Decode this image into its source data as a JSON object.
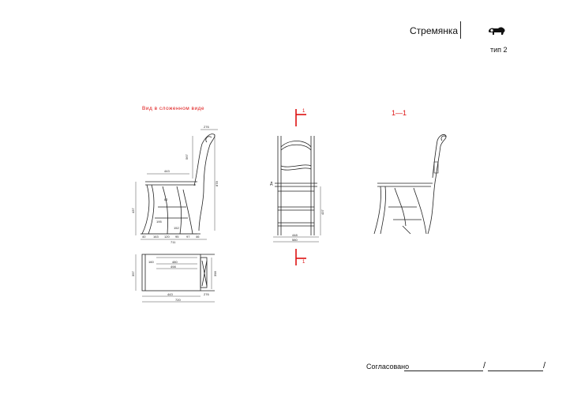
{
  "header": {
    "title": "Стремянка",
    "subtitle": "тип 2",
    "logo_icon": "animal-logo-icon"
  },
  "views": {
    "folded_label": "Вид в сложенном виде",
    "section_label": "1—1",
    "section_marker": "1"
  },
  "dimensions": {
    "side": {
      "top_width": "276",
      "back_height": "567",
      "seat_width": "443",
      "total_height": "878",
      "leg_height": "437",
      "mid_a": "82",
      "mid_b": "195",
      "mid_c": "152",
      "bottom": [
        "40",
        "163",
        "120",
        "95",
        "97",
        "46"
      ],
      "overall": "711"
    },
    "front": {
      "marker": "Д",
      "height": "437",
      "width_inner": "448",
      "width_outer": "580"
    },
    "plan": {
      "inner_a": "480",
      "inner_b": "498",
      "depth": "397",
      "left": "160",
      "right": "398",
      "bottom_a": "443",
      "bottom_b": "276",
      "overall": "720"
    }
  },
  "footer": {
    "approval_label": "Согласовано",
    "slash": "/"
  }
}
